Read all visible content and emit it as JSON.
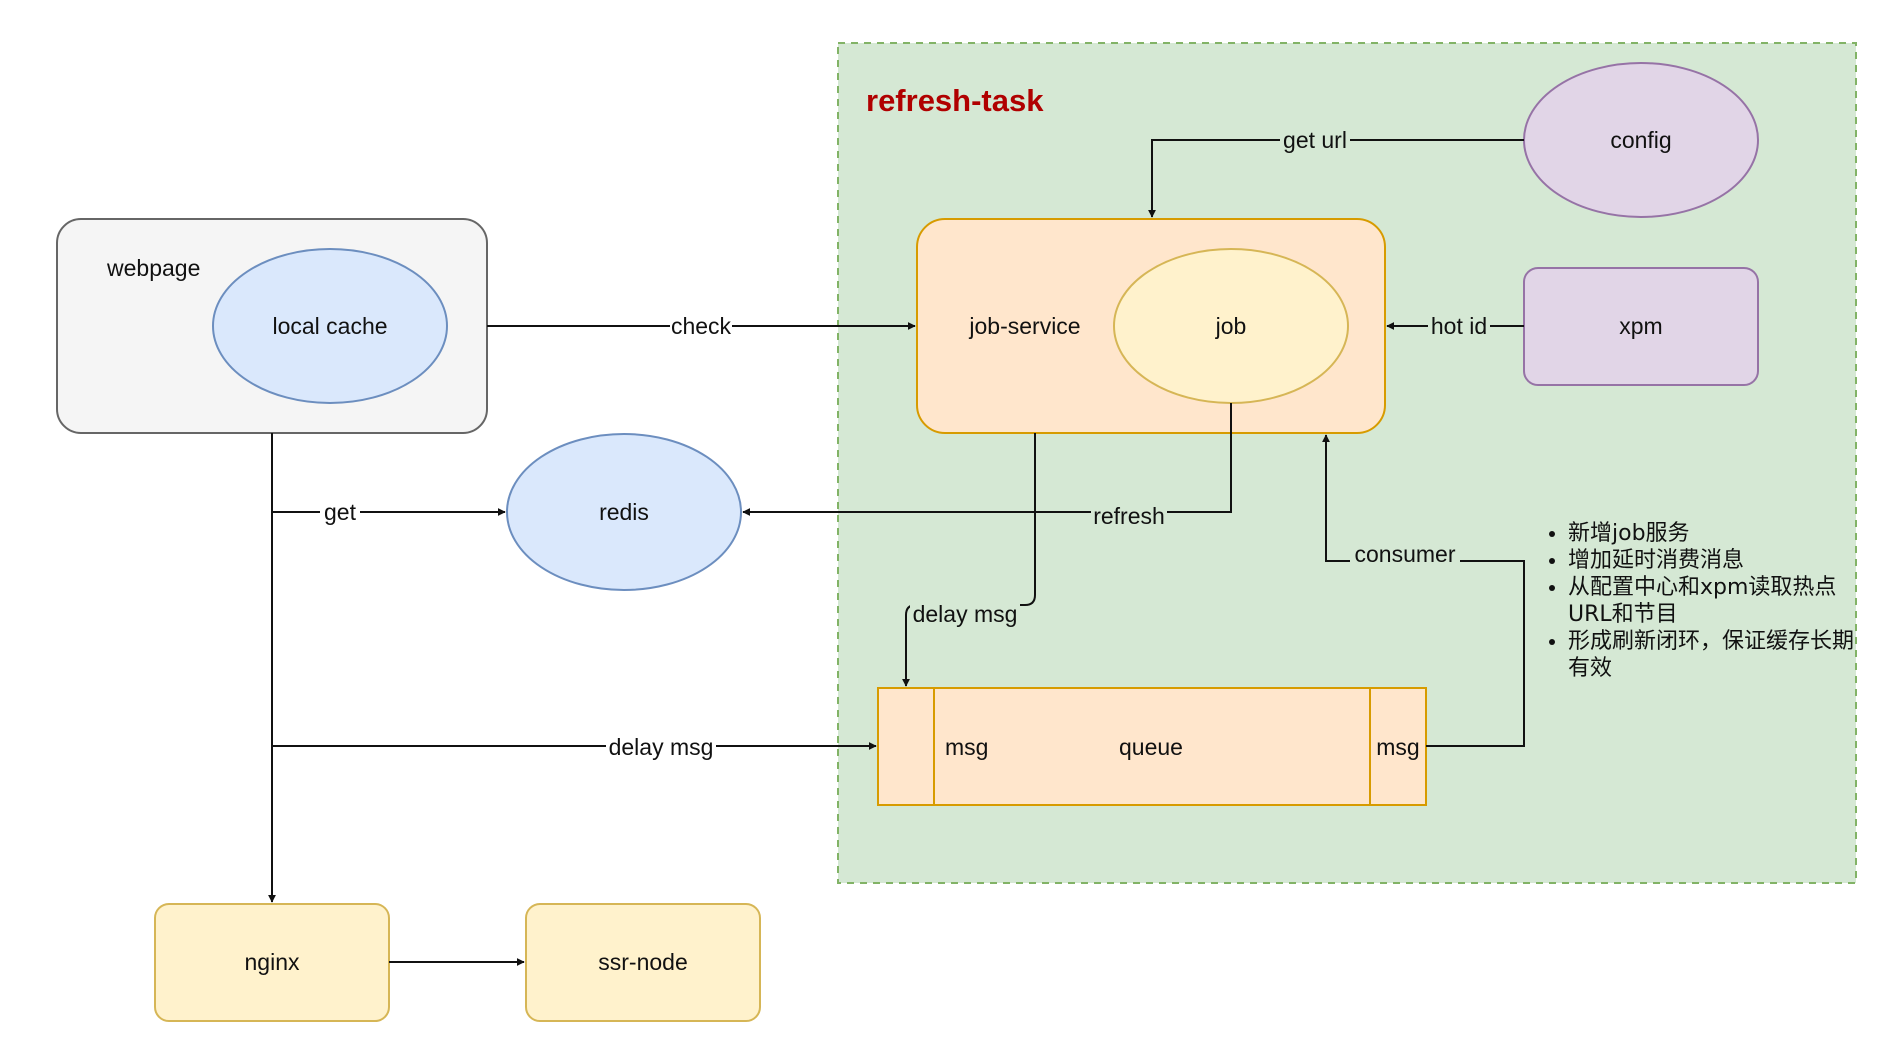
{
  "group": {
    "title": "refresh-task"
  },
  "nodes": {
    "webpage": "webpage",
    "local_cache": "local cache",
    "redis": "redis",
    "job_service": "job-service",
    "job": "job",
    "config": "config",
    "xpm": "xpm",
    "queue": "queue",
    "queue_msg_left": "msg",
    "queue_msg_right": "msg",
    "nginx": "nginx",
    "ssr_node": "ssr-node"
  },
  "edges": {
    "check": "check",
    "get": "get",
    "refresh": "refresh",
    "get_url": "get url",
    "hot_id": "hot id",
    "consumer": "consumer",
    "delay_msg_job": "delay msg",
    "delay_msg_webpage": "delay msg"
  },
  "notes": [
    "新增job服务",
    "增加延时消费消息",
    "从配置中心和xpm读取热点URL和节目",
    "形成刷新闭环，保证缓存长期有效"
  ],
  "colors": {
    "group_fill": "#d5e8d4",
    "group_stroke": "#82b366",
    "webpage_fill": "#f5f5f5",
    "webpage_stroke": "#666666",
    "blue_fill": "#dae8fc",
    "blue_stroke": "#6c8ebf",
    "orange_fill": "#ffe6cc",
    "orange_stroke": "#d79b00",
    "yellow_fill": "#fff2cc",
    "yellow_stroke": "#d6b656",
    "purple_fill": "#e1d5e7",
    "purple_stroke": "#9673a6",
    "title_color": "#b00000"
  }
}
